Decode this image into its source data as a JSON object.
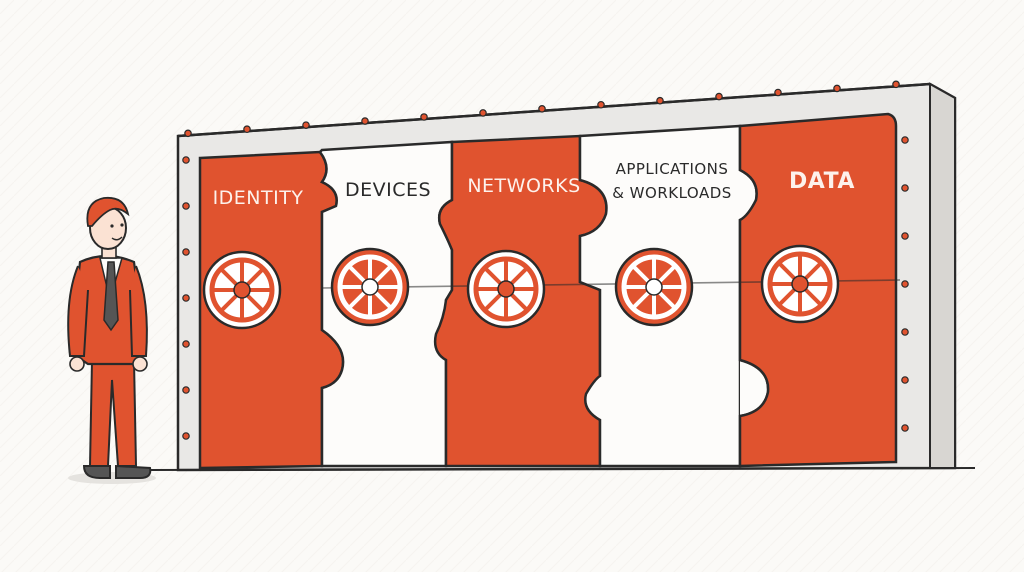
{
  "colors": {
    "accent": "#e0532f",
    "accent_dark": "#b83f22",
    "ink": "#2a2a2a",
    "panel_white": "#fdfcfa",
    "frame": "#e9e8e6"
  },
  "pillars": [
    {
      "label": "IDENTITY",
      "fill": "accent"
    },
    {
      "label": "DEVICES",
      "fill": "white"
    },
    {
      "label": "NETWORKS",
      "fill": "accent"
    },
    {
      "label_line1": "APPLICATIONS",
      "label_line2": "& WORKLOADS",
      "fill": "white"
    },
    {
      "label": "DATA",
      "fill": "accent"
    }
  ],
  "icons": [
    "valve-wheel-icon",
    "rivet-icon"
  ],
  "figure": "man-in-orange-suit"
}
